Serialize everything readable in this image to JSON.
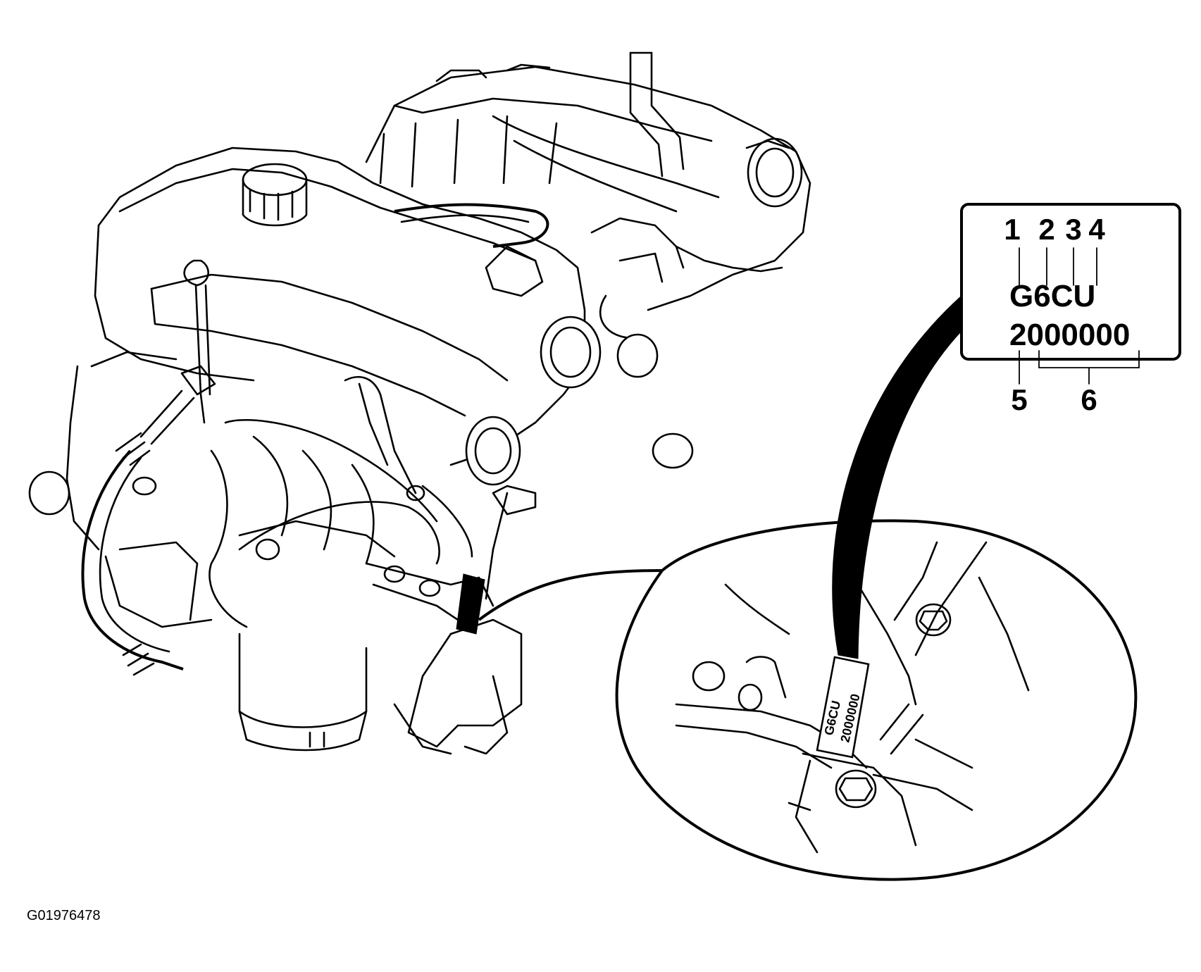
{
  "figure_id": "G01976478",
  "engine_code_label": {
    "line1": "G6CU",
    "line2": "2000000",
    "callouts_top": [
      "1",
      "2",
      "3",
      "4"
    ],
    "callouts_bottom": [
      "5",
      "6"
    ]
  },
  "detail_tag": {
    "line1": "G6CU",
    "line2": "2000000"
  }
}
